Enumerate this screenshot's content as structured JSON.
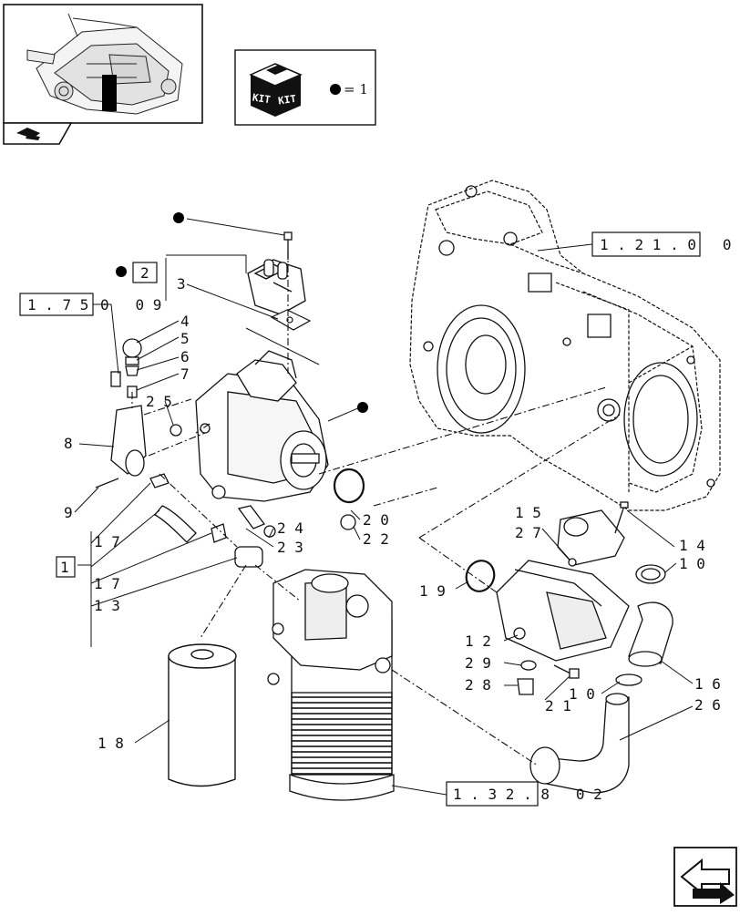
{
  "kit_legend": {
    "kit_left": "KIT",
    "kit_right": "KIT",
    "equals": "= 1"
  },
  "ref_boxes": {
    "r1_21": "1 . 2 1 . 0   0",
    "r1_75": "1 . 7 5",
    "r1_75_suffix": "0   0 9",
    "r1_32": "1 . 3 2 . 8   0 2",
    "box_2": "2",
    "box_1": "1"
  },
  "callouts": [
    {
      "id": "c3",
      "text": "3"
    },
    {
      "id": "c4",
      "text": "4"
    },
    {
      "id": "c5",
      "text": "5"
    },
    {
      "id": "c6",
      "text": "6"
    },
    {
      "id": "c7",
      "text": "7"
    },
    {
      "id": "c25",
      "text": "2 5"
    },
    {
      "id": "c8",
      "text": "8"
    },
    {
      "id": "c9",
      "text": "9"
    },
    {
      "id": "c17a",
      "text": "1 7"
    },
    {
      "id": "c17b",
      "text": "1 7"
    },
    {
      "id": "c13",
      "text": "1 3"
    },
    {
      "id": "c24",
      "text": "2 4"
    },
    {
      "id": "c23",
      "text": "2 3"
    },
    {
      "id": "c20",
      "text": "2 0"
    },
    {
      "id": "c22",
      "text": "2 2"
    },
    {
      "id": "c15",
      "text": "1 5"
    },
    {
      "id": "c27",
      "text": "2 7"
    },
    {
      "id": "c14",
      "text": "1 4"
    },
    {
      "id": "c10a",
      "text": "1 0"
    },
    {
      "id": "c19",
      "text": "1 9"
    },
    {
      "id": "c12",
      "text": "1 2"
    },
    {
      "id": "c29",
      "text": "2 9"
    },
    {
      "id": "c28",
      "text": "2 8"
    },
    {
      "id": "c21",
      "text": "2 1"
    },
    {
      "id": "c10b",
      "text": "1 0"
    },
    {
      "id": "c16",
      "text": "1 6"
    },
    {
      "id": "c26",
      "text": "2 6"
    },
    {
      "id": "c18",
      "text": "1 8"
    }
  ],
  "icons": {
    "thumbnail": "tractor-transmission-thumbnail",
    "section": "section-tab-icon",
    "navigation": "return-arrow-icon"
  },
  "colors": {
    "line": "#111111",
    "dot": "#000000"
  }
}
